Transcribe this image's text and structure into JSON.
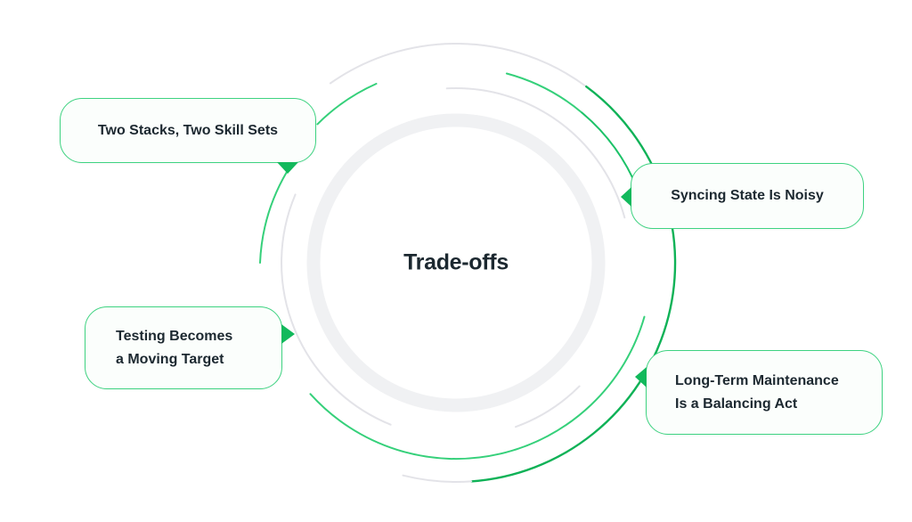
{
  "title": "Trade-offs",
  "colors": {
    "green_light": "#35d07a",
    "green_mid": "#1cc268",
    "green_dark": "#0fb257",
    "arrow_green": "#12b95c",
    "box_border": "#3ed381",
    "box_bg": "#fbfefc",
    "ring_band": "#f0f1f3",
    "ring_thin": "#e3e3e8",
    "text": "#1c2830",
    "background": "#ffffff"
  },
  "nodes": [
    {
      "id": "two-stacks",
      "lines": [
        "Two Stacks, Two Skill Sets"
      ]
    },
    {
      "id": "syncing",
      "lines": [
        "Syncing State Is Noisy"
      ]
    },
    {
      "id": "testing",
      "lines": [
        "Testing Becomes",
        "a Moving Target"
      ]
    },
    {
      "id": "maintenance",
      "lines": [
        "Long-Term Maintenance",
        "Is a Balancing Act"
      ]
    }
  ]
}
